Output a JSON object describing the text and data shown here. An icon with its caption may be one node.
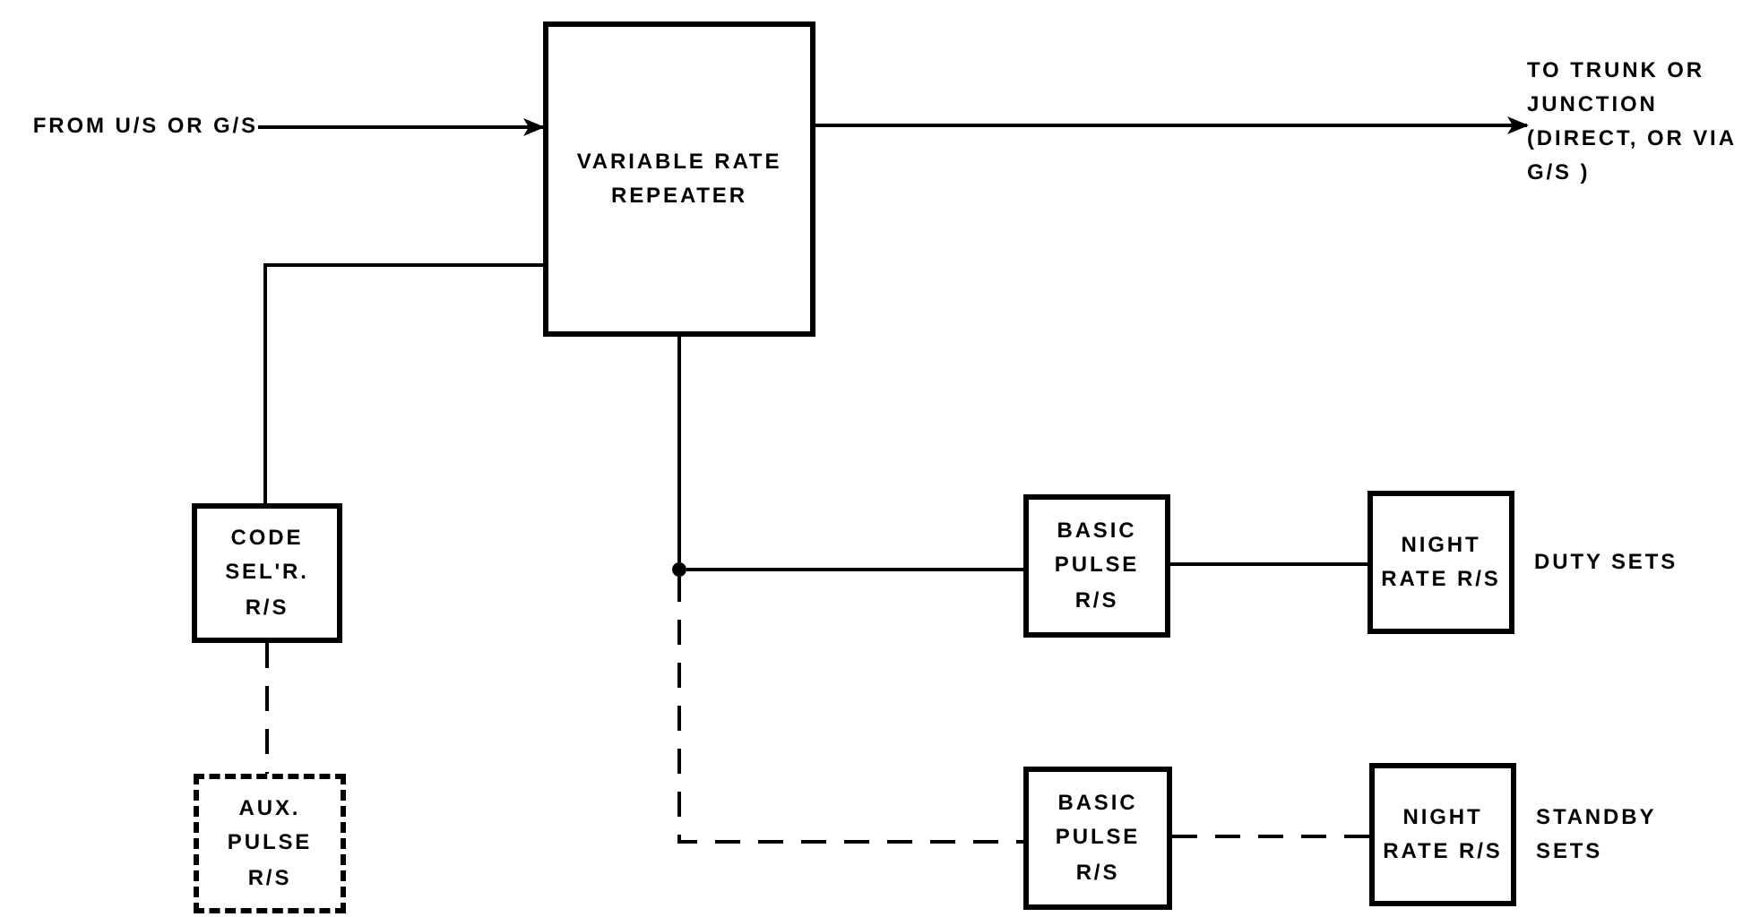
{
  "diagram": {
    "nodes": [
      {
        "text": [
          "FROM U/S OR G/S"
        ]
      },
      {
        "text": [
          "VARIABLE RATE REPEATER"
        ]
      },
      {
        "text": [
          "TO TRUNK OR JUNCTION (DIRECT, OR VIA G/S )"
        ]
      },
      {
        "text": [
          "CODE SEL'R. R/S"
        ]
      },
      {
        "text": [
          "AUX. PULSE R/S"
        ]
      },
      {
        "text": [],
        "shape": "circle"
      },
      {
        "text": [
          "BASIC PULSE R/S"
        ]
      },
      {
        "text": [
          "NIGHT RATE R/S"
        ],
        "beside": [
          "DUTY SETS"
        ]
      },
      {
        "text": [
          "BASIC PULSE R/S"
        ]
      },
      {
        "text": [
          "NIGHT RATE R/S"
        ],
        "beside": [
          "STANDBY SETS"
        ]
      }
    ],
    "edges": [
      {
        "from": 0,
        "to": 1,
        "arrow": "to"
      },
      {
        "from": 1,
        "to": 2,
        "arrow": "to"
      },
      {
        "from": 1,
        "to": 3,
        "arrow": "none"
      },
      {
        "from": 3,
        "to": 4,
        "arrow": "none",
        "style": "dashed"
      },
      {
        "from": 1,
        "to": 5,
        "arrow": "none"
      },
      {
        "from": 5,
        "to": 6,
        "arrow": "none"
      },
      {
        "from": 6,
        "to": 7,
        "arrow": "none"
      },
      {
        "from": 5,
        "to": 8,
        "arrow": "none",
        "style": "dashed"
      },
      {
        "from": 8,
        "to": 9,
        "arrow": "none",
        "style": "dashed"
      }
    ]
  }
}
